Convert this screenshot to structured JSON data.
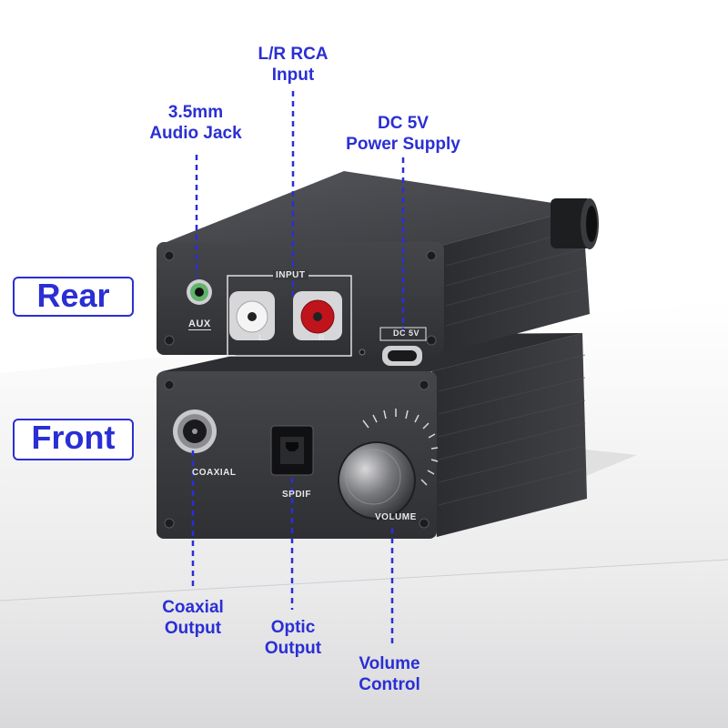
{
  "tags": {
    "rear": "Rear",
    "front": "Front"
  },
  "callouts": {
    "rca_line1": "L/R RCA",
    "rca_line2": "Input",
    "jack_line1": "3.5mm",
    "jack_line2": "Audio Jack",
    "dc_line1": "DC 5V",
    "dc_line2": "Power Supply",
    "coaxial_line1": "Coaxial",
    "coaxial_line2": "Output",
    "optic_line1": "Optic",
    "optic_line2": "Output",
    "volume_line1": "Volume",
    "volume_line2": "Control"
  },
  "rear_panel": {
    "aux": "AUX",
    "input": "INPUT",
    "r": "R",
    "l": "L",
    "dc": "DC 5V"
  },
  "front_panel": {
    "coaxial": "COAXIAL",
    "spdif": "SPDIF",
    "volume_mark": "VOLUME"
  },
  "colors": {
    "accent": "#2a2fd4",
    "device": "#3a3b3f",
    "rca_red": "#c0141c"
  }
}
